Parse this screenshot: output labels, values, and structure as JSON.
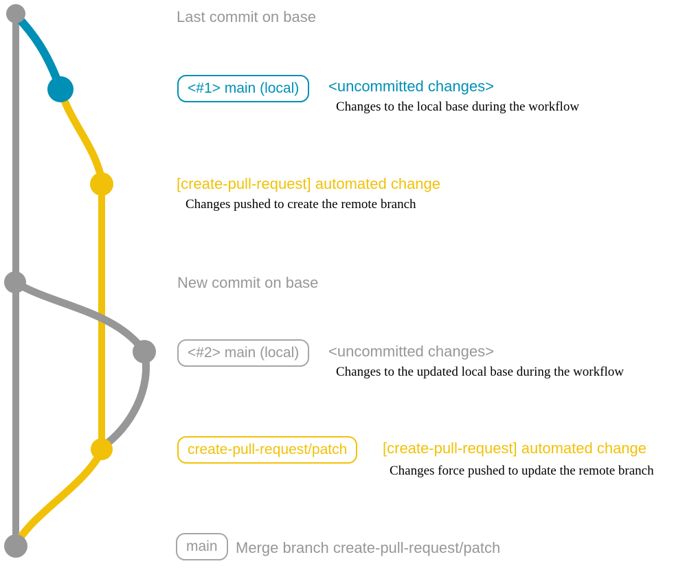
{
  "colors": {
    "base_gray": "#979797",
    "local_blue": "#008fb5",
    "branch_yellow": "#f1c109",
    "note_black": "#000000",
    "background": "#ffffff"
  },
  "rows": {
    "last_commit": {
      "label": "Last commit on base"
    },
    "commit1": {
      "badge": "<#1> main (local)",
      "heading": "<uncommitted changes>",
      "note": "Changes to the local base during the workflow"
    },
    "automated1": {
      "heading": "[create-pull-request] automated change",
      "note": "Changes pushed to create the remote branch"
    },
    "new_commit": {
      "label": "New commit on base"
    },
    "commit2": {
      "badge": "<#2> main (local)",
      "heading": "<uncommitted changes>",
      "note": "Changes to the updated local base during the workflow"
    },
    "automated2": {
      "badge": "create-pull-request/patch",
      "heading": "[create-pull-request] automated change",
      "note": "Changes force pushed to update the remote branch"
    },
    "merge": {
      "badge": "main",
      "label": "Merge branch create-pull-request/patch"
    }
  }
}
